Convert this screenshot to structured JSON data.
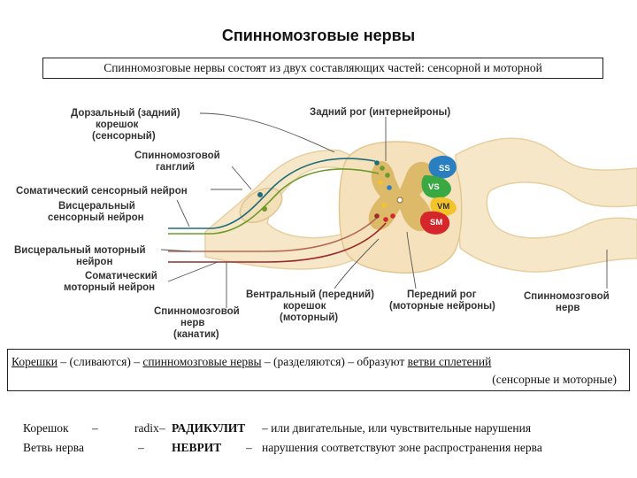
{
  "title": "Спинномозговые нервы",
  "subtitle": "Спинномозговые нервы состоят из двух составляющих частей: сенсорной и моторной",
  "labels": {
    "dorsal_root_l1": "Дорзальный (задний)",
    "dorsal_root_l2": "корешок",
    "dorsal_root_l3": "(сенсорный)",
    "ganglion_l1": "Спинномозговой",
    "ganglion_l2": "ганглий",
    "somatic_sensory": "Соматический сенсорный нейрон",
    "visceral_sensory_l1": "Висцеральный",
    "visceral_sensory_l2": "сенсорный нейрон",
    "visceral_motor_l1": "Висцеральный моторный",
    "visceral_motor_l2": "нейрон",
    "somatic_motor_l1": "Соматический",
    "somatic_motor_l2": "моторный нейрон",
    "spinal_nerve_left_l1": "Спинномозговой",
    "spinal_nerve_left_l2": "нерв",
    "spinal_nerve_left_l3": "(канатик)",
    "posterior_horn": "Задний рог (интернейроны)",
    "ventral_root_l1": "Вентральный (передний)",
    "ventral_root_l2": "корешок",
    "ventral_root_l3": "(моторный)",
    "anterior_horn_l1": "Передний рог",
    "anterior_horn_l2": "(моторные нейроны)",
    "spinal_nerve_right_l1": "Спинномозговой",
    "spinal_nerve_right_l2": "нерв",
    "zone_ss": "SS",
    "zone_vs": "VS",
    "zone_vm": "VM",
    "zone_sm": "SM"
  },
  "bottom_box": {
    "roots": "Корешки",
    "merge": " – (сливаются) – ",
    "nerves": "спинномозговые нервы",
    "split": " – (разделяются) – образуют ",
    "branches": "ветви сплетений",
    "types": "(сенсорные и моторные)"
  },
  "footer": {
    "row1_term": "Корешок",
    "row1_dash1": "–",
    "row1_latin": "radix",
    "row1_dash2": "–",
    "row1_disease": "РАДИКУЛИТ",
    "row1_desc": "– или двигательные, или чувствительные нарушения",
    "row2_term": "Ветвь нерва",
    "row2_dash1": "–",
    "row2_disease": "НЕВРИТ",
    "row2_dash2": "–",
    "row2_desc": "нарушения соответствуют зоне распространения нерва"
  },
  "colors": {
    "nerve_fill": "#f6e7c8",
    "nerve_edge": "#e7cfa0",
    "somatic_sensory": "#1f6b7a",
    "visceral_sensory": "#6e9a2a",
    "visceral_motor": "#b46a55",
    "somatic_motor": "#9b2a2a",
    "zone_ss": "#2a7fc0",
    "zone_vs": "#3aa843",
    "zone_vm": "#f2c32b",
    "zone_sm": "#d4262b",
    "gray_matter": "#d8b25c"
  }
}
